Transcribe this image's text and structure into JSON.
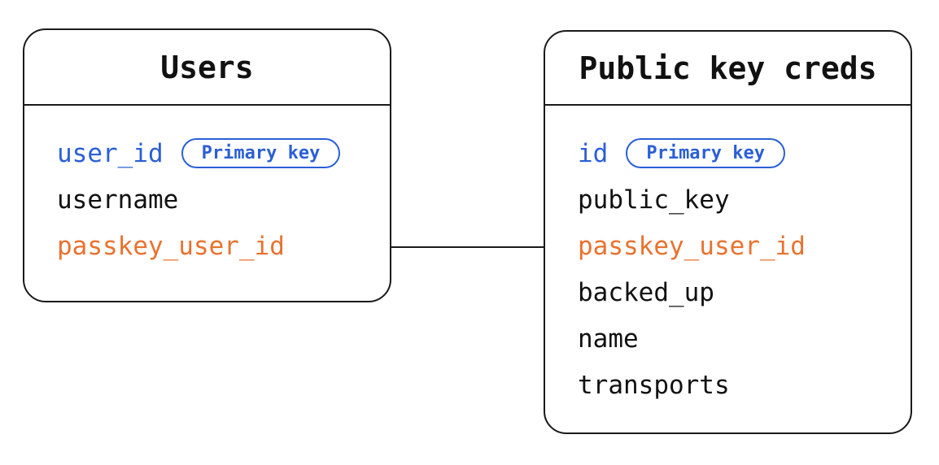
{
  "diagram": {
    "type": "entity-relationship",
    "tables": [
      {
        "title": "Users",
        "fields": [
          {
            "name": "user_id",
            "badge": "Primary key",
            "role": "primary-key"
          },
          {
            "name": "username",
            "role": "regular"
          },
          {
            "name": "passkey_user_id",
            "role": "reference"
          }
        ]
      },
      {
        "title": "Public key creds",
        "fields": [
          {
            "name": "id",
            "badge": "Primary key",
            "role": "primary-key"
          },
          {
            "name": "public_key",
            "role": "regular"
          },
          {
            "name": "passkey_user_id",
            "role": "reference"
          },
          {
            "name": "backed_up",
            "role": "regular"
          },
          {
            "name": "name",
            "role": "regular"
          },
          {
            "name": "transports",
            "role": "regular"
          }
        ]
      }
    ],
    "connector": {
      "from": "Users.passkey_user_id",
      "to": "Public key creds.passkey_user_id",
      "style": "straight-line"
    },
    "colors": {
      "primary_key_blue": "#2B5FD6",
      "reference_orange": "#E9722F",
      "text_black": "#111111",
      "border": "#1a1a1a",
      "background": "#ffffff"
    }
  }
}
